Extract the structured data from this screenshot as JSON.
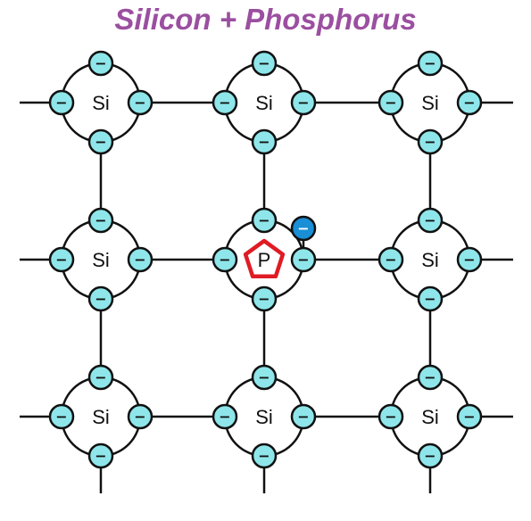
{
  "title": "Silicon + Phosphorus",
  "colors": {
    "title": "#9b4fa0",
    "electron_fill": "#8ee6ea",
    "extra_electron_fill": "#1a8fd6",
    "dopant_outline": "#e01b24",
    "line": "#111111"
  },
  "atoms": [
    {
      "label": "Si",
      "row": 0,
      "col": 0
    },
    {
      "label": "Si",
      "row": 0,
      "col": 1
    },
    {
      "label": "Si",
      "row": 0,
      "col": 2
    },
    {
      "label": "Si",
      "row": 1,
      "col": 0
    },
    {
      "label": "P",
      "row": 1,
      "col": 1,
      "dopant": true
    },
    {
      "label": "Si",
      "row": 1,
      "col": 2
    },
    {
      "label": "Si",
      "row": 2,
      "col": 0
    },
    {
      "label": "Si",
      "row": 2,
      "col": 1
    },
    {
      "label": "Si",
      "row": 2,
      "col": 2
    }
  ],
  "electron_symbol": "−",
  "extra_electron": {
    "symbol": "−",
    "attached_to_row": 1,
    "attached_to_col": 1
  }
}
